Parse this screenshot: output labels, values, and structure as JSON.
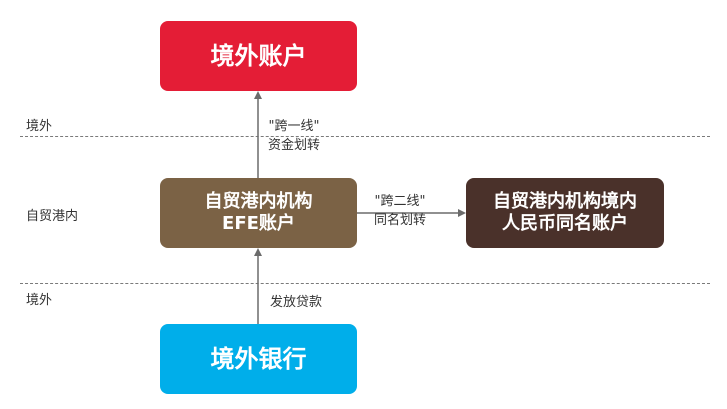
{
  "zones": {
    "top_label": "境外",
    "middle_label": "自贸港内",
    "bottom_label": "境外"
  },
  "boxes": {
    "top": {
      "label": "境外账户",
      "color": "#e41d36"
    },
    "middle": {
      "line1": "自贸港内机构",
      "line2": "EFE账户",
      "color": "#7b6245"
    },
    "right": {
      "line1": "自贸港内机构境内",
      "line2": "人民币同名账户",
      "color": "#4a312a"
    },
    "bottom": {
      "label": "境外银行",
      "color": "#00aeea"
    }
  },
  "flows": {
    "up_top": {
      "line1": "\"跨一线\"",
      "line2": "资金划转"
    },
    "right": {
      "line1": "\"跨二线\"",
      "line2": "同名划转"
    },
    "up_bottom": {
      "line1": "发放贷款"
    }
  }
}
